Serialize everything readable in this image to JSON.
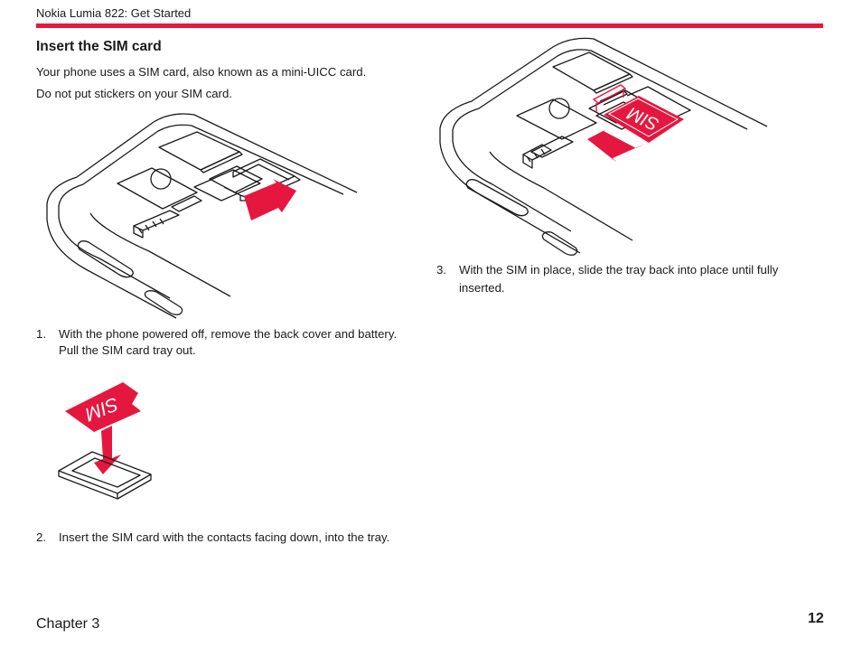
{
  "header": {
    "title": "Nokia Lumia 822: Get Started",
    "accent_color": "#e5173f"
  },
  "section": {
    "title": "Insert the SIM card"
  },
  "intro": [
    "Your phone uses a SIM card, also known as a mini-UICC card.",
    "Do not put stickers on your SIM card."
  ],
  "steps": [
    {
      "num": "1.",
      "line1": "With the phone powered off, remove the back cover and battery.",
      "line2": "Pull the SIM card tray out."
    },
    {
      "num": "2.",
      "line1": "Insert the SIM card with the contacts facing down, into the tray."
    },
    {
      "num": "3.",
      "line1": "With the SIM in place, slide the tray back into place until fully",
      "line2": "inserted."
    }
  ],
  "sim_card_label": "SIM",
  "footer": {
    "chapter": "Chapter 3",
    "page": "12"
  }
}
